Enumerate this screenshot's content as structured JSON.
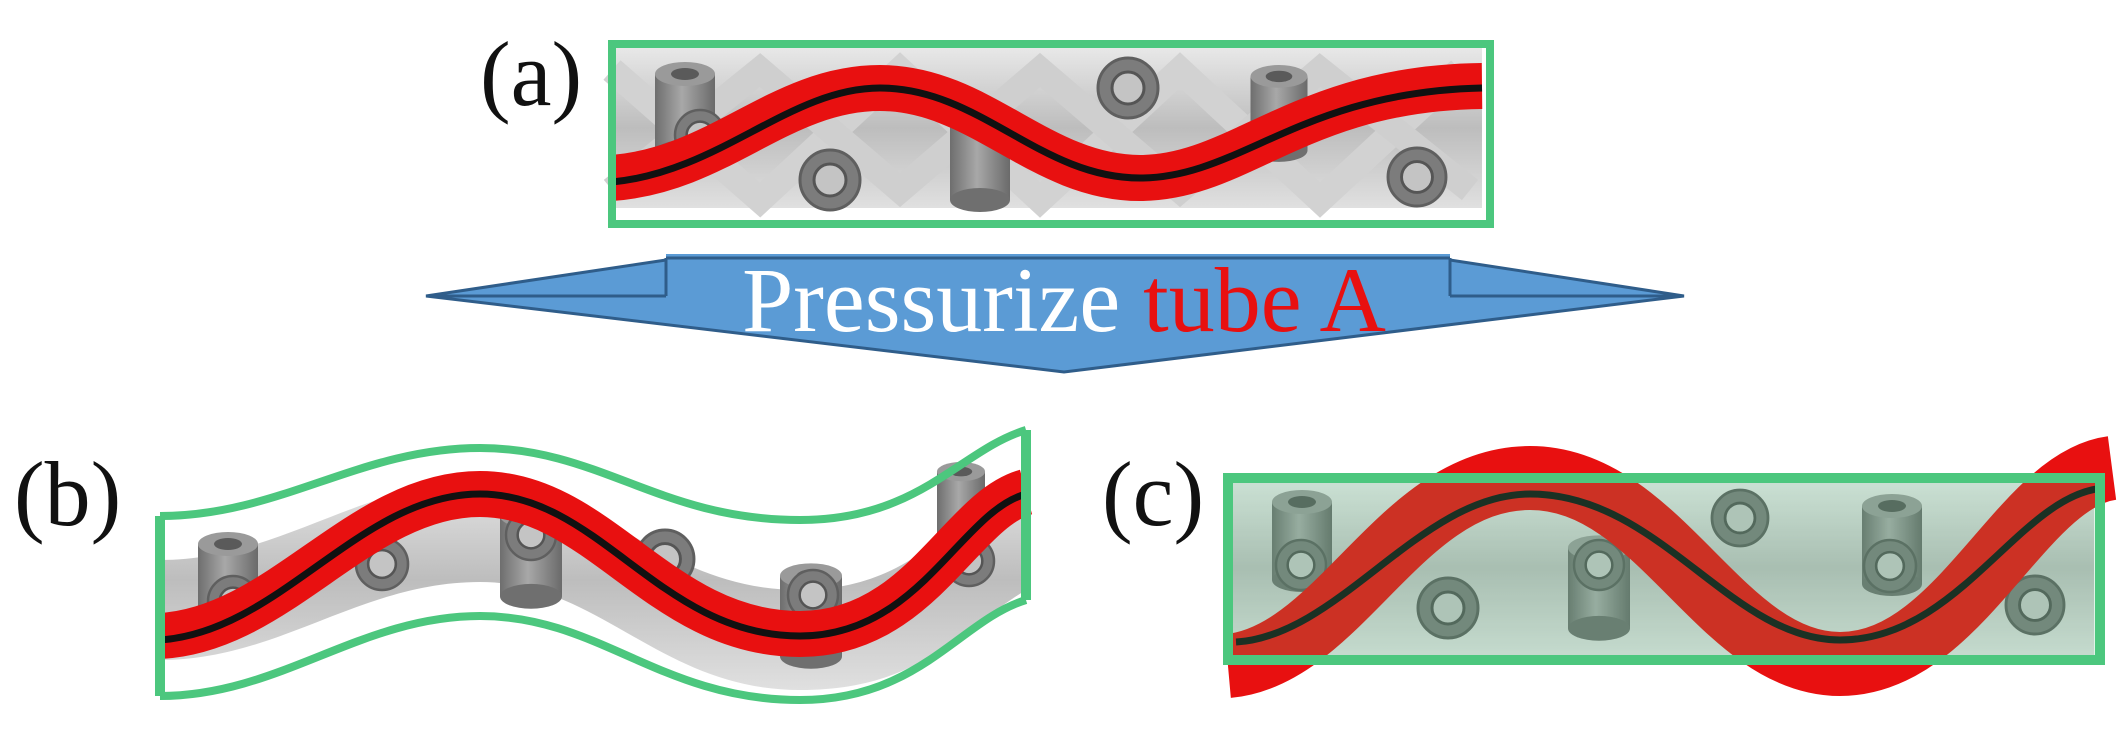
{
  "labels": {
    "a": "(a)",
    "b": "(b)",
    "c": "(c)"
  },
  "arrow": {
    "text_part1": "Pressurize ",
    "text_part2": "tube A"
  },
  "colors": {
    "tube": "#e81010",
    "centerline": "#111111",
    "frame": "#4cc77e",
    "arrow_fill": "#5b9bd5",
    "arrow_stroke": "#2f5d8a",
    "cylinder": "#8a8a8a"
  }
}
